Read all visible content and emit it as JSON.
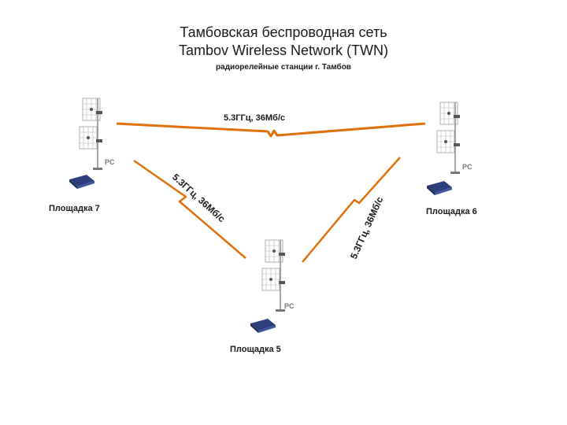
{
  "header": {
    "title_ru": "Тамбовская беспроводная сеть",
    "title_en": "Tambov Wireless Network (TWN)",
    "subtitle": "радиорелейные станции г. Тамбов"
  },
  "links": {
    "top": "5.3ГГц, 36Мб/с",
    "left": "5.3ГГц, 36Мб/с",
    "right": "5.3ГГц, 36Мб/с"
  },
  "sites": {
    "left": {
      "label": "Площадка 7",
      "pc": "PC"
    },
    "right": {
      "label": "Площадка 6",
      "pc": "PC"
    },
    "bottom": {
      "label": "Площадка 5",
      "pc": "PC"
    }
  },
  "colors": {
    "link": "#e0700a",
    "antenna": "#9a9a9a",
    "device": "#2d3f7a"
  }
}
